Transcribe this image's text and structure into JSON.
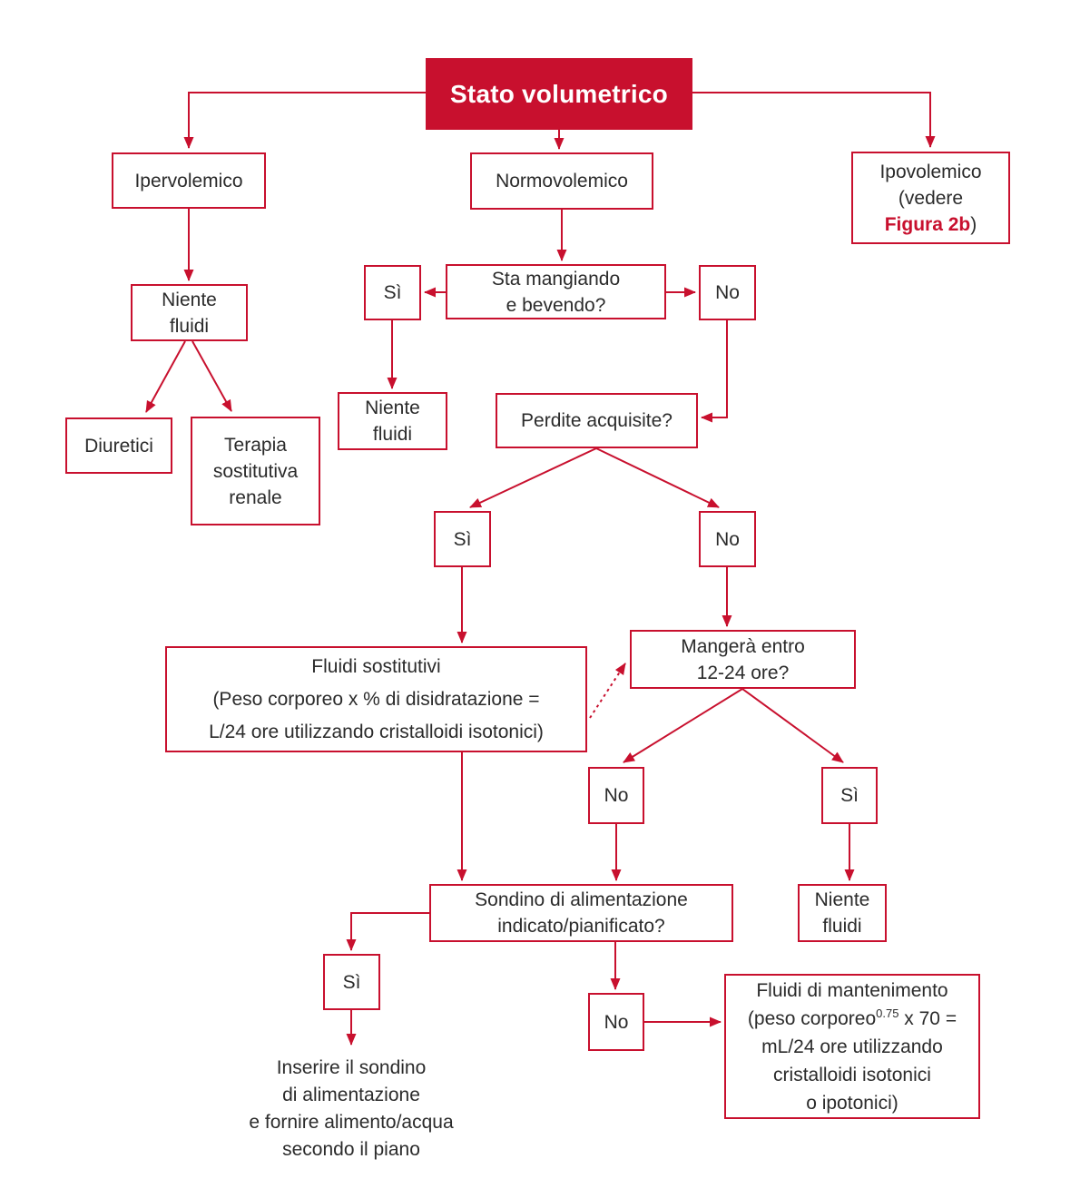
{
  "palette": {
    "accent_red": "#C8102E",
    "text_color": "#2B2B2B",
    "background": "#FFFFFF"
  },
  "boxes": {
    "header": {
      "label": "Stato volumetrico"
    },
    "ipervolemico": {
      "label": "Ipervolemico"
    },
    "normovolemico": {
      "label": "Normovolemico"
    },
    "ipovolemico": {
      "line1": "Ipovolemico\n(vedere\n",
      "link": "Figura 2b",
      "suffix": ")"
    },
    "niente_fluidi_1": {
      "label": "Niente\nfluidi"
    },
    "diuretici": {
      "label": "Diuretici"
    },
    "terapia": {
      "label": "Terapia\nsostitutiva\nrenale"
    },
    "si_mangiando": {
      "label": "Sì"
    },
    "sta_mangiando": {
      "label": "Sta mangiando\ne bevendo?"
    },
    "no_mangiando": {
      "label": "No"
    },
    "niente_fluidi_2": {
      "label": "Niente\nfluidi"
    },
    "perdite": {
      "label": "Perdite acquisite?"
    },
    "si_perdite": {
      "label": "Sì"
    },
    "no_perdite": {
      "label": "No"
    },
    "fluidi_sostitutivi": {
      "label": "Fluidi sostitutivi\n(Peso corporeo x % di disidratazione =\nL/24 ore utilizzando cristalloidi isotonici)"
    },
    "mangera": {
      "label": "Mangerà entro\n12-24 ore?"
    },
    "no_mangera": {
      "label": "No"
    },
    "si_mangera": {
      "label": "Sì"
    },
    "sondino": {
      "label": "Sondino di alimentazione\nindicato/pianificato?"
    },
    "niente_fluidi_3": {
      "label": "Niente\nfluidi"
    },
    "si_sondino": {
      "label": "Sì"
    },
    "no_sondino": {
      "label": "No"
    },
    "fluidi_mantenimento": {
      "prefix": "Fluidi di mantenimento\n(peso corporeo",
      "sup": "0.75",
      "suffix": " x 70 =\nmL/24 ore utilizzando\ncristalloidi isotonici\no ipotonici)"
    },
    "inserire": {
      "label": "Inserire il sondino\ndi alimentazione\ne fornire alimento/acqua\nsecondo il piano"
    }
  }
}
